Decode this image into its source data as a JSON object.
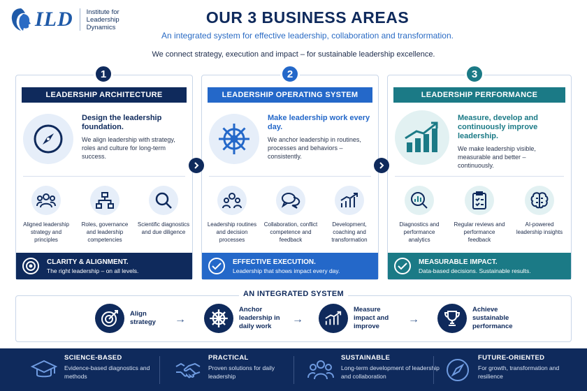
{
  "header": {
    "logo_text": "ILD",
    "logo_sub": [
      "Institute for",
      "Leadership",
      "Dynamics"
    ],
    "title": "OUR 3 BUSINESS AREAS",
    "subtitle": "An integrated system for effective leadership, collaboration and transformation.",
    "tagline": "We connect strategy, execution and impact – for sustainable leadership excellence."
  },
  "colors": {
    "navy": "#0f2a5c",
    "blue": "#2468c9",
    "teal": "#1b7a86",
    "light_blue": "#e6eef9",
    "light_teal": "#e2f1f2"
  },
  "cards": [
    {
      "number": "1",
      "title": "LEADERSHIP ARCHITECTURE",
      "icon": "compass-icon",
      "heading": "Design the leadership foundation.",
      "text": "We align leadership with strategy, roles and culture for long-term success.",
      "subitems": [
        {
          "icon": "team-icon",
          "label": "Aligned leadership strategy and principles"
        },
        {
          "icon": "org-chart-icon",
          "label": "Roles, governance and leadership competencies"
        },
        {
          "icon": "magnifier-icon",
          "label": "Scientific diagnostics and due diligence"
        }
      ],
      "footer_title": "CLARITY & ALIGNMENT.",
      "footer_text": "The right leadership – on all levels."
    },
    {
      "number": "2",
      "title": "LEADERSHIP OPERATING SYSTEM",
      "icon": "ship-wheel-icon",
      "heading": "Make leadership work every day.",
      "text": "We anchor leadership in routines, processes and behaviors – consistently.",
      "subitems": [
        {
          "icon": "people-icon",
          "label": "Leadership routines and decision processes"
        },
        {
          "icon": "chat-icon",
          "label": "Collaboration, conflict competence and feedback"
        },
        {
          "icon": "growth-icon",
          "label": "Development, coaching and transformation"
        }
      ],
      "footer_title": "EFFECTIVE EXECUTION.",
      "footer_text": "Leadership that shows impact every day."
    },
    {
      "number": "3",
      "title": "LEADERSHIP PERFORMANCE",
      "icon": "bar-growth-icon",
      "heading": "Measure, develop and continuously improve leadership.",
      "text": "We make leadership visible, measurable and better – continuously.",
      "subitems": [
        {
          "icon": "analytics-icon",
          "label": "Diagnostics and performance analytics"
        },
        {
          "icon": "clipboard-icon",
          "label": "Regular reviews and performance feedback"
        },
        {
          "icon": "brain-icon",
          "label": "AI-powered leadership insights"
        }
      ],
      "footer_title": "MEASURABLE IMPACT.",
      "footer_text": "Data-based decisions. Sustainable results."
    }
  ],
  "integrated": {
    "title": "AN INTEGRATED SYSTEM",
    "steps": [
      {
        "icon": "target-icon",
        "label": "Align strategy"
      },
      {
        "icon": "ship-wheel-icon",
        "label": "Anchor leadership in daily work"
      },
      {
        "icon": "chart-icon",
        "label": "Measure impact and improve"
      },
      {
        "icon": "trophy-icon",
        "label": "Achieve sustainable performance"
      }
    ],
    "arrow": "→"
  },
  "footer": [
    {
      "icon": "graduation-cap-icon",
      "title": "SCIENCE-BASED",
      "text": "Evidence-based diagnostics and methods"
    },
    {
      "icon": "handshake-icon",
      "title": "PRACTICAL",
      "text": "Proven solutions for daily leadership"
    },
    {
      "icon": "community-icon",
      "title": "SUSTAINABLE",
      "text": "Long-term development of leadership and collaboration"
    },
    {
      "icon": "compass-icon",
      "title": "FUTURE-ORIENTED",
      "text": "For growth, transformation and resilience"
    }
  ]
}
